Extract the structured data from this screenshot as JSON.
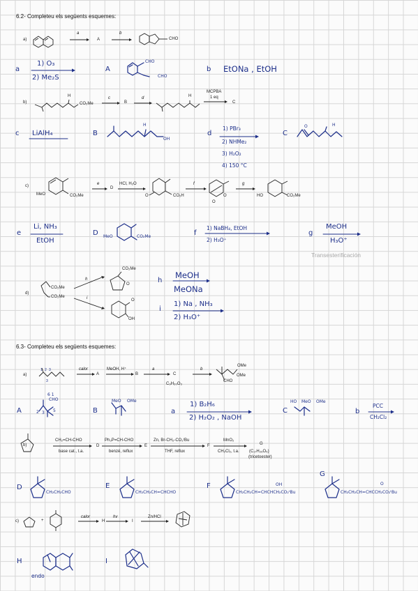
{
  "sec62": {
    "title": "6.2- Completeu els següents esquemes:",
    "a": {
      "label": "a)",
      "arrow1": "a",
      "arrow2": "b",
      "A": "A",
      "product": "CHO",
      "ans_label_a": "a",
      "ans_a_1": "1) O₃",
      "ans_a_2": "2) Me₂S",
      "ans_A": "A",
      "ans_A_cho1": "CHO",
      "ans_A_cho2": "CHO",
      "ans_label_b": "b",
      "ans_b": "EtONa , EtOH"
    },
    "b": {
      "label": "b)",
      "sm_H": "H",
      "sm_group": "CO₂Me",
      "arrow_c": "c",
      "B": "B",
      "arrow_d": "d",
      "p_H": "H",
      "mcpba": "MCPBA",
      "eq": "1 eq",
      "C": "C",
      "ans_label_c": "c",
      "ans_c": "LiAlH₄",
      "ans_B": "B",
      "ans_B_H": "H",
      "ans_B_OH": "OH",
      "ans_label_d": "d",
      "ans_d_1": "1) PBr₃",
      "ans_d_2": "2) NHMe₂",
      "ans_d_3": "3) H₂O₂",
      "ans_d_4": "4) 150 °C",
      "ans_C": "C",
      "ans_C_O": "O",
      "ans_C_H": "H"
    },
    "c": {
      "label": "c)",
      "sm_meo": "MeO",
      "sm_co2me": "CO₂Me",
      "arrow_e": "e",
      "D": "D",
      "hcl": "HCl, H₂O",
      "i1_O": "O",
      "i1_co2h": "CO₂H",
      "arrow_f": "f",
      "i2_O1": "O",
      "i2_O2": "O",
      "arrow_g": "g",
      "p_ho": "HO",
      "p_co2me": "CO₂Me",
      "ans_label_e": "e",
      "ans_e_1": "Li, NH₃",
      "ans_e_2": "EtOH",
      "ans_D": "D",
      "ans_D_meo": "MeO",
      "ans_D_co2me": "CO₂Me",
      "ans_label_f": "f",
      "ans_f_1": "1) NaBH₄, EtOH",
      "ans_f_2": "2) H₃O⁺",
      "ans_label_g": "g",
      "ans_g_1": "MeOH",
      "ans_g_2": "H₃O⁺",
      "note": "Transesterificación"
    },
    "d": {
      "label": "d)",
      "sm_1": "CO₂Me",
      "sm_2": "CO₂Me",
      "arrow_h": "h",
      "arrow_i": "i",
      "ph_co2me": "CO₂Me",
      "ph_O": "O",
      "pi_O": "O",
      "pi_OH": "OH",
      "ans_label_h": "h",
      "ans_h_1": "MeOH",
      "ans_h_2": "MeONa",
      "ans_label_i": "i",
      "ans_i_1": "1) Na , NH₃",
      "ans_i_2": "2) H₃O⁺"
    }
  },
  "sec63": {
    "title": "6.3- Completeu els següents esquemes:",
    "a": {
      "label": "a)",
      "n1": "1",
      "n2": "2",
      "n3": "3",
      "n3b": "3",
      "calor": "calor",
      "A": "A",
      "meoh": "MeOH, H⁺",
      "B": "B",
      "arrow_a": "a",
      "C": "C",
      "formula": "C₉H₂₀O₃",
      "arrow_b": "b",
      "p_ome1": "OMe",
      "p_ome2": "OMe",
      "p_cho": "CHO",
      "ans_A": "A",
      "ans_A_cho": "CHO",
      "ans_A_nums": "6  1",
      "ans_A_n2": "2",
      "ans_A_n3": "3",
      "ans_A_n5": "5",
      "ans_B": "B",
      "ans_B_meo": "MeO",
      "ans_B_ome": "OMe",
      "ans_label_a": "a",
      "ans_a_1": "1) B₂H₆",
      "ans_a_2": "2) H₂O₂ , NaOH",
      "ans_C": "C",
      "ans_C_ho": "HO",
      "ans_C_meo": "MeO",
      "ans_C_ome": "OMe",
      "ans_label_b": "b",
      "ans_b_1": "PCC",
      "ans_b_2": "CH₂Cl₂"
    },
    "b": {
      "label": "b)",
      "r1_top": "CH₂=CH-CHO",
      "r1_bot": "base cat., t.a.",
      "D": "D",
      "r2_top": "Ph₃P=CH-CHO",
      "r2_bot": "benzé, reflux",
      "E": "E",
      "r3_top": "Zn, Br-CH₂-CO₂ᵗBu",
      "r3_bot": "THF, reflux",
      "F": "F",
      "r4_top": "MnO₂",
      "r4_bot": "CH₂Cl₂, t.a.",
      "G": "G",
      "g_formula": "(C₁₇H₂₆O₅)",
      "g_name": "(tricetoester)",
      "ans_D": "D",
      "ans_D_chain": "CH₂CH₂CHO",
      "ans_E": "E",
      "ans_E_chain": "CH₂CH₂CH=CHCHO",
      "ans_F": "F",
      "ans_F_oh": "OH",
      "ans_F_chain": "CH₂CH₂CH=CHCHCH₂CO₂ᵗBu",
      "ans_G": "G",
      "ans_G_o": "O",
      "ans_G_chain": "CH₂CH₂CH=CHCCH₂CO₂ᵗBu"
    },
    "c": {
      "label": "c)",
      "plus": "+",
      "calor": "calor",
      "H": "H",
      "hv": "hv",
      "I": "I",
      "znhcl": "Zn/HCl",
      "ans_H": "H",
      "ans_endo": "endo",
      "ans_I": "I"
    }
  }
}
